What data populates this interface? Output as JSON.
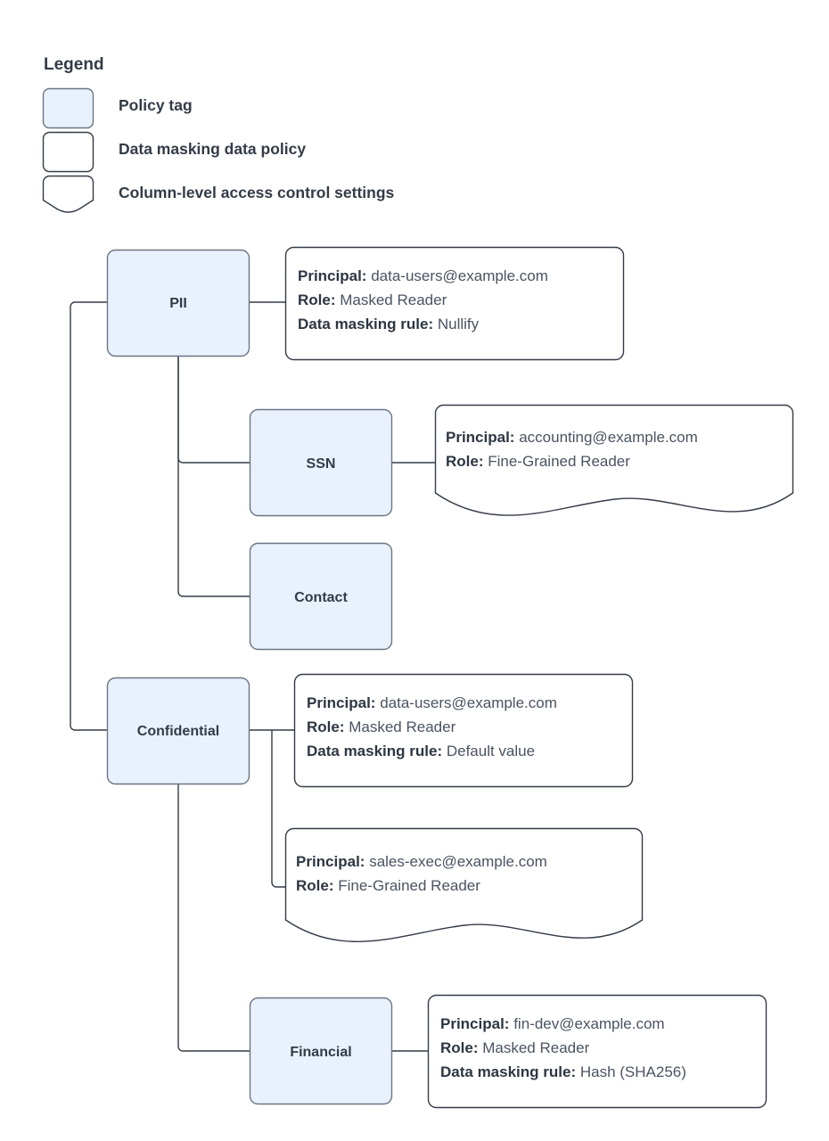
{
  "legend": {
    "title": "Legend",
    "items": [
      {
        "key": "policy-tag",
        "label": "Policy tag",
        "shape": "rounded-filled"
      },
      {
        "key": "data-masking-data-policy",
        "label": "Data masking data policy",
        "shape": "rounded-plain"
      },
      {
        "key": "column-level-access-control-settings",
        "label": "Column-level access control settings",
        "shape": "document-wave"
      }
    ]
  },
  "colors": {
    "tag_fill": "#e9f1fd",
    "tag_stroke": "#6b7684",
    "line": "#333b47",
    "text": "#333b47",
    "value_text": "#4a5361",
    "background": "#ffffff"
  },
  "labels": {
    "principal": "Principal:",
    "role": "Role:",
    "data_masking_rule": "Data masking rule:"
  },
  "tags": [
    {
      "id": "pii",
      "name": "PII"
    },
    {
      "id": "ssn",
      "name": "SSN"
    },
    {
      "id": "contact",
      "name": "Contact"
    },
    {
      "id": "confidential",
      "name": "Confidential"
    },
    {
      "id": "financial",
      "name": "Financial"
    }
  ],
  "policies": [
    {
      "id": "pii-policy",
      "attached_to": "pii",
      "type": "data-masking-data-policy",
      "principal": "data-users@example.com",
      "role": "Masked Reader",
      "data_masking_rule": "Nullify"
    },
    {
      "id": "ssn-policy",
      "attached_to": "ssn",
      "type": "column-level-access-control-settings",
      "principal": "accounting@example.com",
      "role": "Fine-Grained Reader",
      "data_masking_rule": null
    },
    {
      "id": "confidential-policy",
      "attached_to": "confidential",
      "type": "data-masking-data-policy",
      "principal": "data-users@example.com",
      "role": "Masked Reader",
      "data_masking_rule": "Default value"
    },
    {
      "id": "confidential-access-policy",
      "attached_to": "confidential",
      "type": "column-level-access-control-settings",
      "principal": "sales-exec@example.com",
      "role": "Fine-Grained Reader",
      "data_masking_rule": null
    },
    {
      "id": "financial-policy",
      "attached_to": "financial",
      "type": "data-masking-data-policy",
      "principal": "fin-dev@example.com",
      "role": "Masked Reader",
      "data_masking_rule": "Hash (SHA256)"
    }
  ]
}
